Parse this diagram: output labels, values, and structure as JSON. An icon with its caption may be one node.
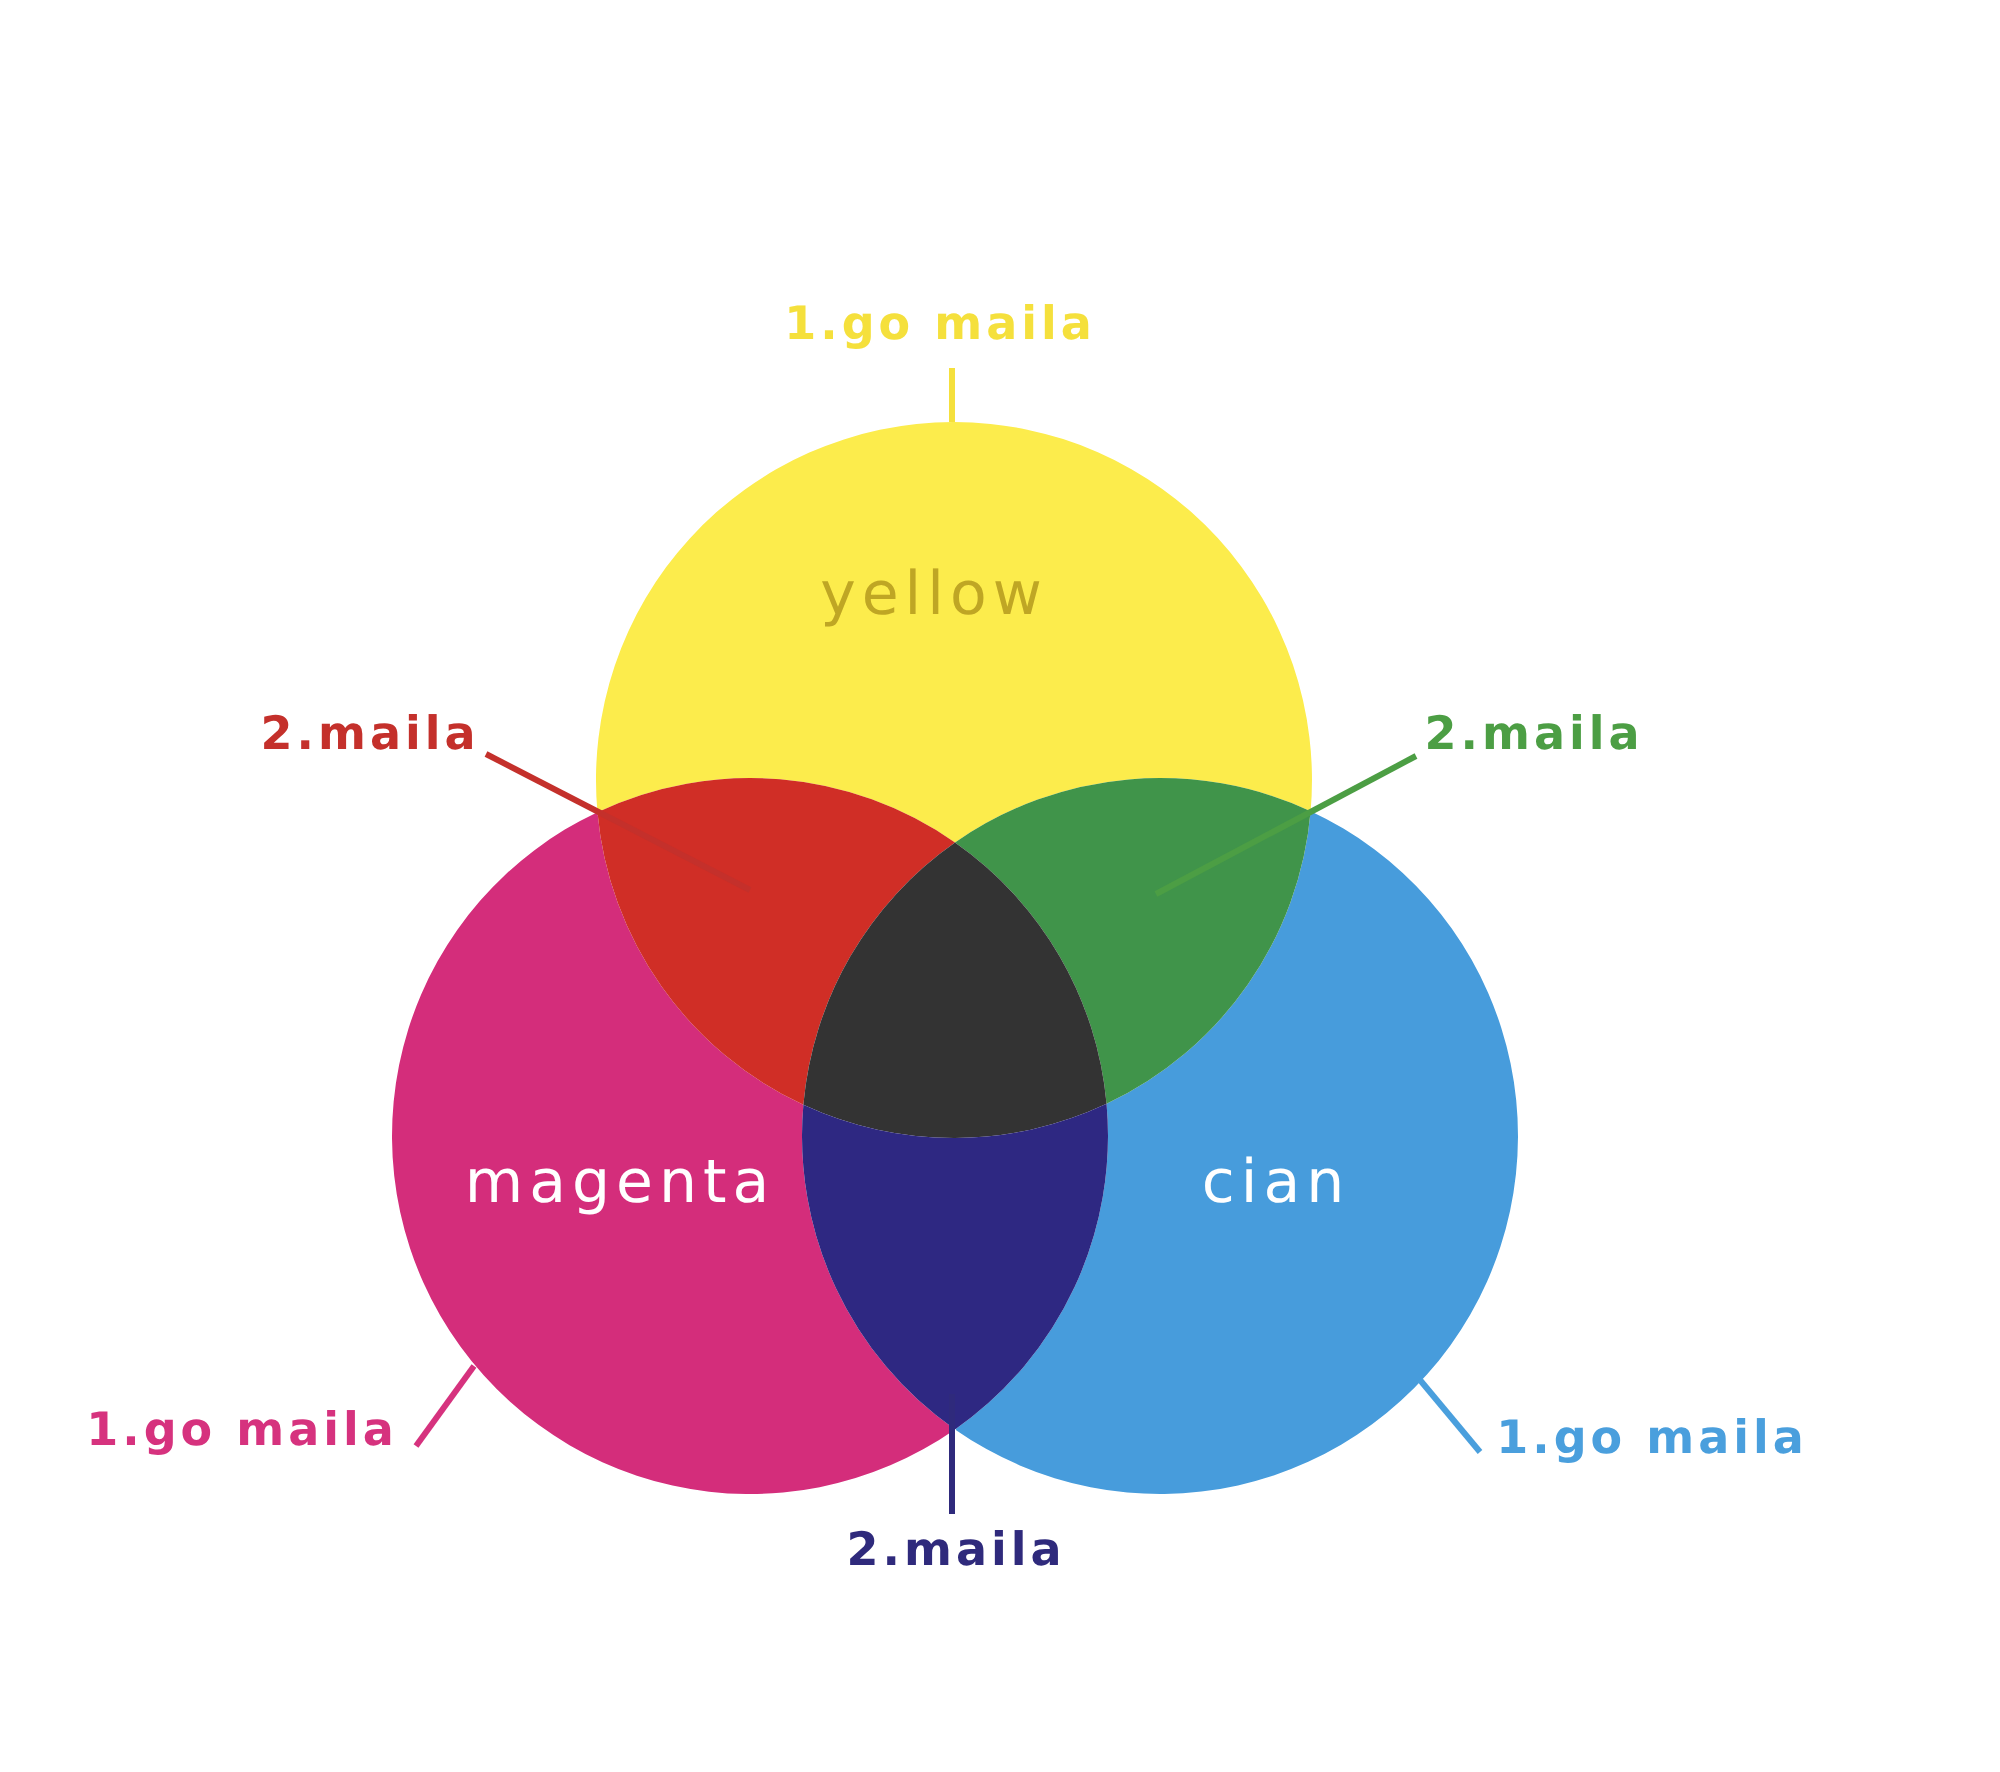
{
  "diagram": {
    "nodes": [
      {
        "text": [
          "1.go maila"
        ]
      },
      {
        "text": [
          "yellow"
        ]
      },
      {
        "text": [
          "2.maila"
        ]
      },
      {
        "text": [
          "2.maila"
        ]
      },
      {
        "text": [],
        "shape": "triangle"
      },
      {
        "text": [],
        "shape": "triangle"
      },
      {
        "text": [],
        "shape": "triangle"
      },
      {
        "text": [
          "magenta"
        ]
      },
      {
        "text": [
          "cian"
        ]
      },
      {
        "text": [],
        "shape": "triangle"
      },
      {
        "text": [
          "1.go maila"
        ]
      },
      {
        "text": [
          "1.go maila"
        ]
      },
      {
        "text": [
          "2.maila"
        ]
      }
    ],
    "edges": [
      {
        "from": 0,
        "to": 1,
        "arrow": "none",
        "color": "#f5e03c"
      },
      {
        "from": 2,
        "to": 4,
        "arrow": "none",
        "color": "#c4302b"
      },
      {
        "from": 3,
        "to": 5,
        "arrow": "none",
        "color": "#4c9e44"
      },
      {
        "from": 10,
        "to": 7,
        "arrow": "none",
        "color": "#d6327e"
      },
      {
        "from": 11,
        "to": 8,
        "arrow": "none",
        "color": "#4a9fdd"
      },
      {
        "from": 12,
        "to": 9,
        "arrow": "none",
        "color": "#2f2a7c"
      }
    ]
  }
}
